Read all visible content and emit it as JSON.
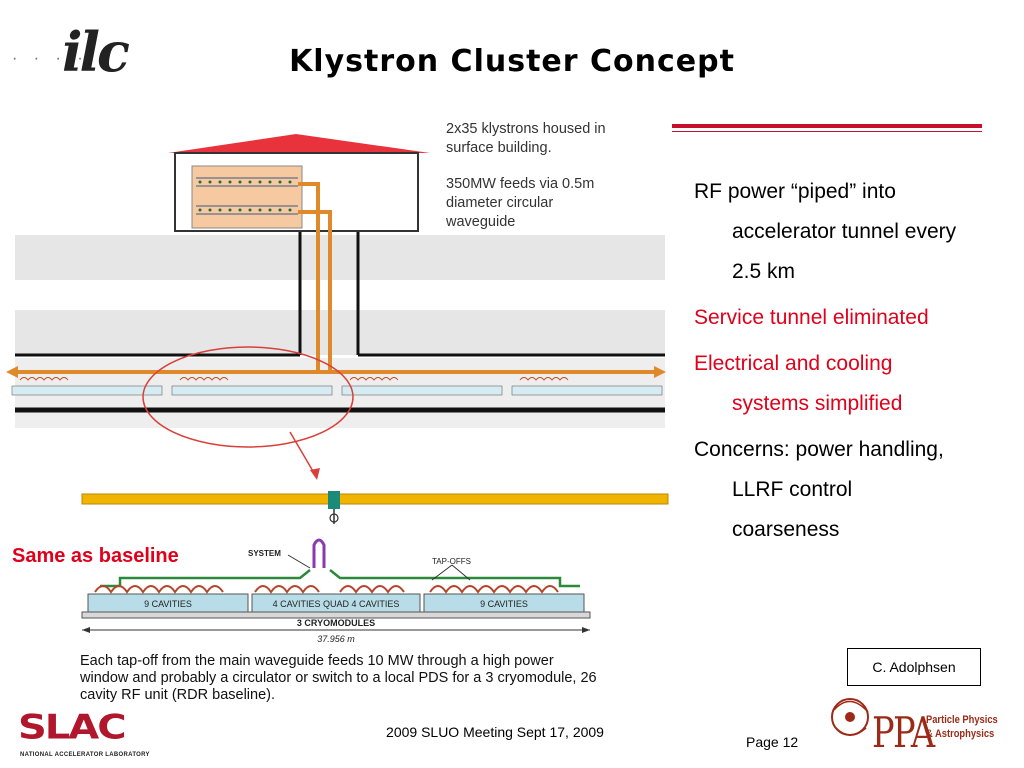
{
  "header": {
    "title": "Klystron Cluster Concept",
    "logo_text": "ilc"
  },
  "diagram": {
    "labels": {
      "klystrons_line1": "2x35 klystrons housed in",
      "klystrons_line2": "surface building.",
      "feeds_line1": "350MW feeds via 0.5m",
      "feeds_line2": "diameter circular",
      "feeds_line3": "waveguide",
      "system": "SYSTEM",
      "tap_offs": "TAP-OFFS",
      "cavities_left": "9 CAVITIES",
      "cavities_middle": "4 CAVITIES   QUAD   4 CAVITIES",
      "cavities_right": "9 CAVITIES",
      "cryomodules": "3 CRYOMODULES",
      "length": "37.956 m"
    },
    "colors": {
      "roof": "#e8323c",
      "waveguide": "#e0892b",
      "tunnel": "#e6e6e6",
      "rail": "#111111",
      "bus_bar": "#f0b400",
      "highlight_ellipse": "#d9403a",
      "cavity_box": "#b8dde8"
    }
  },
  "callout": "Same as baseline",
  "caption": "Each tap-off from the main waveguide feeds 10 MW through a high power window and probably a circulator or switch to a local PDS for a 3 cryomodule, 26 cavity RF unit (RDR baseline).",
  "bullets": [
    {
      "line1": "RF power “piped” into",
      "line2": "accelerator tunnel every",
      "line3": "2.5 km",
      "color": "#000000"
    },
    {
      "line1": "Service tunnel eliminated",
      "color": "#e0001a"
    },
    {
      "line1": "Electrical and cooling",
      "line2": "systems simplified",
      "color": "#e0001a"
    },
    {
      "line1": "Concerns: power handling,",
      "line2": "LLRF control",
      "line3": "coarseness",
      "color": "#000000"
    }
  ],
  "credit": "C. Adolphsen",
  "footer": {
    "meeting": "2009 SLUO Meeting Sept 17, 2009",
    "page": "Page 12",
    "slac_name": "SLAC",
    "slac_subtitle": "NATIONAL ACCELERATOR LABORATORY",
    "ppa_name": "PPA",
    "ppa_line1": "Particle Physics",
    "ppa_line2": "& Astrophysics"
  }
}
